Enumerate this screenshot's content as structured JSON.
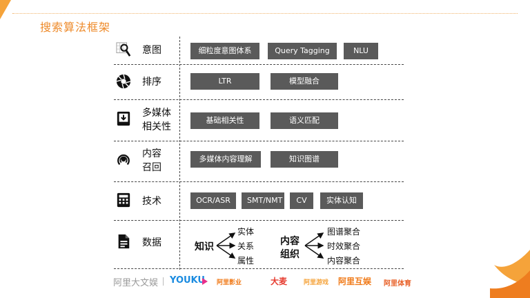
{
  "title": "搜索算法框架",
  "rows": [
    {
      "label": "意图",
      "icon": "search-magnifier-icon",
      "tags": [
        "细粒度意图体系",
        "Query Tagging",
        "NLU"
      ]
    },
    {
      "label": "排序",
      "icon": "aperture-icon",
      "tags": [
        "LTR",
        "模型融合"
      ]
    },
    {
      "label_line1": "多媒体",
      "label_line2": "相关性",
      "icon": "download-box-icon",
      "tags": [
        "基础相关性",
        "语义匹配"
      ]
    },
    {
      "label_line1": "内容",
      "label_line2": "召回",
      "icon": "broadcast-icon",
      "tags": [
        "多媒体内容理解",
        "知识图谱"
      ]
    },
    {
      "label": "技术",
      "icon": "calculator-icon",
      "tags": [
        "OCR/ASR",
        "SMT/NMT",
        "CV",
        "实体认知"
      ]
    },
    {
      "label": "数据",
      "icon": "document-icon",
      "knowledge": {
        "root": "知识",
        "items": [
          "实体",
          "关系",
          "属性"
        ]
      },
      "content_org": {
        "root_line1": "内容",
        "root_line2": "组织",
        "items": [
          "图谱聚合",
          "时效聚合",
          "内容聚合"
        ]
      }
    }
  ],
  "footer": {
    "brands": [
      "阿里大文娱",
      "YOUKU",
      "阿里影业",
      "大麦",
      "阿里游戏",
      "阿里互娱",
      "阿里体育"
    ]
  },
  "colors": {
    "accent": "#f5a33a",
    "tag_bg": "#5a5a5a"
  }
}
